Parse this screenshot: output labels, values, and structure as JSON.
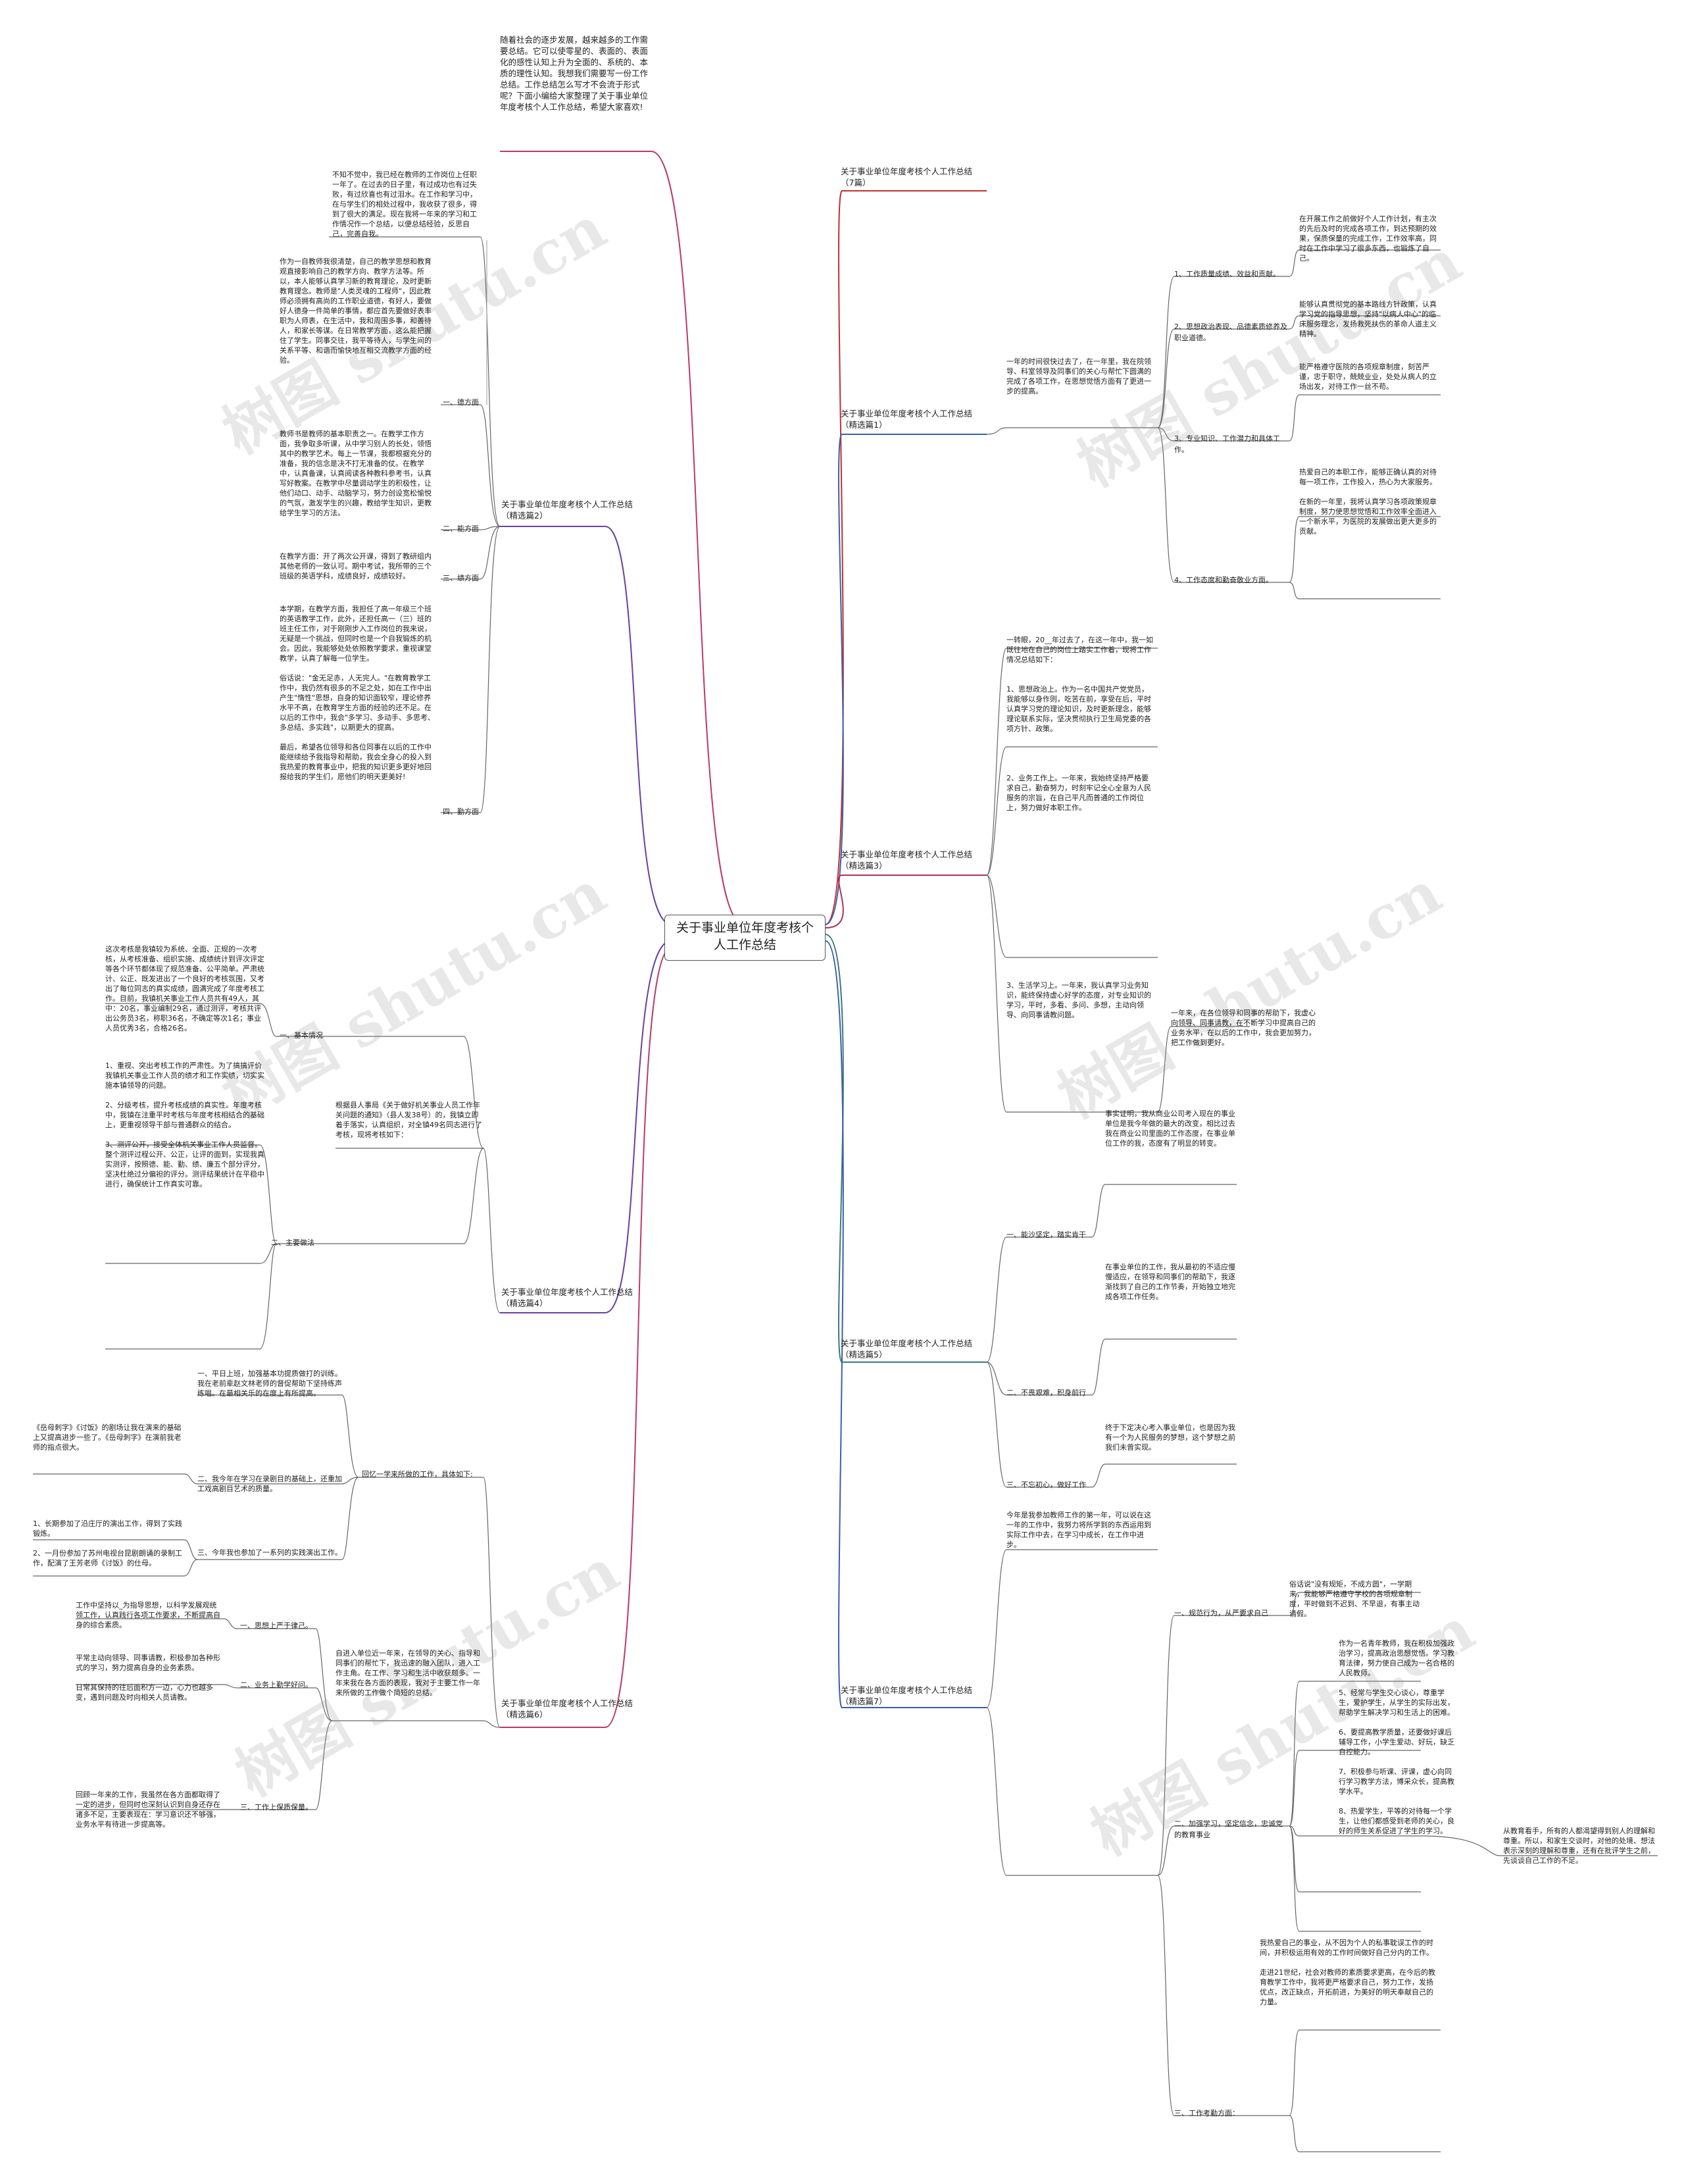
{
  "center": "关于事业单位年度考核个人工作总结",
  "intro": "随着社会的逐步发展，越来越多的工作需要总结。它可以使零星的、表面的、表面化的感性认知上升为全面的、系统的、本质的理性认知。我想我们需要写一份工作总结。工作总结怎么写才不会流于形式呢？下面小编给大家整理了关于事业单位年度考核个人工作总结，希望大家喜欢!",
  "watermark": "树图 shutu.cn",
  "left": {
    "b2": {
      "title": "关于事业单位年度考核个人工作总结（精选篇2）",
      "intro": "不知不觉中，我已经在教师的工作岗位上任职一年了。在过去的日子里，有过成功也有过失败，有过欣喜也有过泪水。在工作和学习中，在与学生们的相处过程中，我收获了很多，得到了很大的满足。现在我将一年来的学习和工作情况作一个总结，以便总结经验，反思自己，完善自我。",
      "s1": {
        "label": "一、德方面",
        "text": "作为一自教师我很清楚，自己的教学思想和教育观直接影响自己的教学方向、教学方法等。所以，本人能够认真学习新的教育理论，及时更新教育理念。教师是\"人类灵魂的工程师\"，因此教师必须拥有高尚的工作职业道德，有好人，要做好人德身一件简单的事情，都应首先要做好表率职为人师表，在生活中，我和周围多事，和善待人，和家长等谋。在日常教学方面，这么能把握住了学生。同事交往，我平等待人，与学生间的关系平等、和谐而愉快地互相交流教学方面的经验。"
      },
      "s2": {
        "label": "二、能方面",
        "text": "教师书是教师的基本职责之一。在教学工作方面，我争取多听课，从中学习别人的长处，领悟其中的教学艺术。每上一节课，我都根据充分的准备，我的信念是决不打无准备的仗。在教学中，认真备课，认真阅读各种教科参考书，认真写好教案。在教学中尽量调动学生的积极性，让他们动口、动手、动脑学习，努力创设宽松愉悦的气氛，激发学生的兴趣，教给学生知识，更教给学生学习的方法。"
      },
      "s3": {
        "label": "三、绩方面",
        "text": "在教学方面：开了两次公开课，得到了教研组内其他老师的一致认可。期中考试，我所带的三个班级的英语学科，成绩良好，成绩较好。"
      },
      "s4": {
        "label": "四、勤方面",
        "text": "本学期，在教学方面，我担任了高一年级三个班的英语教学工作，此外，还担任高一（三）班的班主任工作，对于刚刚步入工作岗位的我来说，无疑是一个挑战，但同时也是一个自我锻炼的机会。因此，我能够处处依照教学要求，重视课堂教学，认真了解每一位学生。\n\n俗话说：\"金无足赤，人无完人。\"在教育教学工作中，我仍然有很多的不足之处，如在工作中出产生\"惰性\"思想，自身的知识面较窄，理论修养水平不高，在教育学生方面的经验的还不足。在以后的工作中，我会\"多学习、多动手、多思考、多总结、多实践\"，以期更大的提高。\n\n最后，希望各位领导和各位同事在以后的工作中能继续给予我指导和帮助，我会全身心的投入到我热爱的教育事业中，把我的知识更多更好地回报给我的学生们，愿他们的明天更美好!"
      }
    },
    "b4": {
      "title": "关于事业单位年度考核个人工作总结（精选篇4）",
      "intro": "根据县人事局《关于做好机关事业人员工作年关问题的通知》（县人发38号）的，我镇立即着手落实，认真组织，对全镇49名同志进行了考核，现将考核如下：",
      "s1": {
        "label": "一、基本情况",
        "text": "这次考核是我镇较为系统、全面、正规的一次考核，从考核准备、组织实施、成绩统计到评次评定等各个环节都体现了规范准备、公平简单。严肃统计、公正、既发进出了一个良好的考核氛围，又考出了每位同志的真实成绩，圆满完成了年度考核工作。目前，我镇机关事业工作人员共有49人，其中：20名，事业编制29名，通过测评，考核共评出公务员3名，称职36名，不确定等次1名；事业人员优秀3名，合格26名。"
      },
      "s2": {
        "label": "二、主要做法",
        "text": "1、重视、突出考核工作的严肃性。为了搞搞评价我镇机关事业工作人员的绩才和工作实绩，切实实施本镇领导的问题。\n\n2、分级考核，提升考核成绩的真实性。年度考核中，我镇在注重平时考核与年度考核相结合的基础上，更重视领导干部与普通群众的结合。\n\n3、测评公开，接受全体机关事业工作人员监督。整个测评过程公开、公正，让评的面到，实现我真实测评，按照德、能、勤、绩、廉五个部分评分，坚决杜绝过分偏袒的评分。测评结果统计在平稳中进行，确保统计工作真实可靠。"
      }
    },
    "b6": {
      "title": "关于事业单位年度考核个人工作总结（精选篇6）",
      "review": "回忆一学来所做的工作，具体如下:",
      "r1": {
        "label": "一、平日上班，加强基本功提质做打的训练。我在老前辈赵文林老师的督促帮助下坚持练声练唱。在最相关乐的在度上有所提高。",
        "text": ""
      },
      "r2": {
        "label": "二、我今年在学习在录剧目的基础上，还重加工戏高剧目艺术的质量。",
        "text": "《岳母刺字》《讨饭》的剧场让我在演来的基础上又提高进步一些了。《岳母刺字》在演前我老师的指点很大。"
      },
      "r3": {
        "label": "三、今年我也参加了一系列的实践演出工作。",
        "text": "1、长期参加了沿庄厅的演出工作，得到了实践锻炼。\n\n2、一月份参加了苏州电视台昆剧朗诵的录制工作，配演了王芳老师《讨饭》的仕母。"
      },
      "intro": "自进入单位近一年来，在领导的关心、指导和同事们的帮忙下，我迅速的融入团队，进入工作主角。在工作、学习和生活中收获颇多。一年来我在各方面的表现，我对于主要工作一年来所做的工作做个简短的总结。",
      "s1": {
        "label": "一、思想上严于律己。",
        "text": "工作中坚持以_为指导思想，以科学发展观统领工作，认真践行各项工作要求，不断提高自身的综合素质。"
      },
      "s2": {
        "label": "二、业务上勤学好问。",
        "text": "平常主动向领导、同事请教，积极参加各种形式的学习，努力提高自身的业务素质。\n\n日常其保持的往后面积方一边，心力也越多变，遇到问题及时向相关人员请教。"
      },
      "s3": {
        "label": "三、工作上保质保量。",
        "text": "回顾一年来的工作，我虽然在各方面都取得了一定的进步，但同时也深刻认识到自身还存在诸多不足，主要表现在：学习意识还不够强，业务水平有待进一步提高等。"
      }
    }
  },
  "right": {
    "b7a": {
      "title": "关于事业单位年度考核个人工作总结（7篇）"
    },
    "b1": {
      "title": "关于事业单位年度考核个人工作总结（精选篇1）",
      "intro": "一年的时间很快过去了，在一年里，我在院领导、科室领导及同事们的关心与帮忙下圆满的完成了各项工作，在思想觉悟方面有了更进一步的提高。",
      "s1": {
        "label": "1、工作质量成绩、效益和贡献。",
        "text": "在开展工作之前做好个人工作计划，有主次的先后及时的完成各项工作，到达预期的效果，保质保量的完成工作，工作效率高，同时在工作中学习了很多东西，也锻炼了自己。"
      },
      "s2": {
        "label": "2、思想政治表现、品德素质修养及职业道德。",
        "text": "能够认真贯彻党的基本路线方针政策，认真学习党的指导思想，坚持\"以病人中心\"的临床服务理念，发扬救死扶伤的革命人道主义精神。"
      },
      "s3": {
        "label": "3、专业知识、工作潜力和具体工作。",
        "text": "能严格遵守医院的各项规章制度，刻苦严谨，忠于职守，兢兢业业，处处从病人的立场出发，对待工作一丝不苟。"
      },
      "s4": {
        "label": "4、工作态度和勤奋敬业方面。",
        "text": "热爱自己的本职工作，能够正确认真的对待每一项工作，工作投入，热心为大家服务。\n\n在新的一年里，我将认真学习各项政策规章制度，努力使思想觉悟和工作效率全面进入一个新水平，为医院的发展做出更大更多的贡献。"
      }
    },
    "b3": {
      "title": "关于事业单位年度考核个人工作总结（精选篇3）",
      "intro": "一转眼，20__年过去了，在这一年中，我一如既往地在自己的岗位上踏实工作着，现将工作情况总结如下：",
      "s1": "1、思想政治上。作为一名中国共产党党员，我能够以身作则，吃苦在前，享受在后，平时认真学习党的理论知识，及时更新理念，能够理论联系实际，坚决贯彻执行卫生局党委的各项方针、政策。",
      "s2": "2、业务工作上。一年来，我始终坚持严格要求自己，勤奋努力，时刻牢记全心全意为人民服务的宗旨，在自己平凡而普通的工作岗位上，努力做好本职工作。",
      "s3": "3、生活学习上。一年来，我认真学习业务知识，能终保持虚心好学的态度，对专业知识的学习，平时，多看、多问、多想，主动向领导、向同事请教问题。",
      "summary": "一年来，在各位领导和同事的帮助下，我虚心向领导、同事请教，在不断学习中提高自己的业务水平，在以后的工作中，我会更加努力，把工作做到更好。"
    },
    "b5": {
      "title": "关于事业单位年度考核个人工作总结（精选篇5）",
      "intro": "事实证明，我从商业公司考入现在的事业单位是我今年做的最大的改变。",
      "s1": {
        "label": "一、能沙坚定，踏实肯干",
        "text": "事实证明，我从商业公司考入现在的事业单位是我今年做的最大的改变，相比过去我在商业公司里面的工作态度，在事业单位工作的我，态度有了明显的转变。"
      },
      "s2": {
        "label": "二、不畏艰难，积身前行",
        "text": "在事业单位的工作，我从最初的不适应慢慢适应，在领导和同事们的帮助下，我逐渐找到了自己的工作节奏，开始独立地完成各项工作任务。"
      },
      "s3": {
        "label": "三、不忘初心，做好工作",
        "text": "终于下定决心考入事业单位，也是因为我有一个为人民服务的梦想，这个梦想之前我们未曾实现。"
      }
    },
    "b7": {
      "title": "关于事业单位年度考核个人工作总结（精选篇7）",
      "intro": "今年是我参加教师工作的第一年，可以说在这一年的工作中，我努力将所学到的东西运用到实际工作中去，在学习中成长，在工作中进步。",
      "s1": {
        "label": "一、规范行为，从严要求自己",
        "text": "俗话说\"没有规矩，不成方圆\"，一学期来，我能够严格遵守学校的各项规章制度，平时做到不迟到、不早退，有事主动请假。"
      },
      "s2": {
        "label": "二、加强学习，坚定信念，忠诚党的教育事业",
        "text": "作为一名青年教师，我在积极加强政治学习，提高政治思想觉悟。学习教育法律，努力使自己成为一名合格的人民教师。\n\n5、经常与学生交心谈心，尊重学生，爱护学生，从学生的实际出发，帮助学生解决学习和生活上的困难。\n\n6、要提高教学质量，还要做好课后辅导工作，小学生爱动、好玩，缺乏自控能力。\n\n7、积极参与听课、评课，虚心向同行学习教学方法，博采众长，提高教学水平。\n\n8、热爱学生，平等的对待每一个学生，让他们都感受到老师的关心，良好的师生关系促进了学生的学习。",
        "extra": "从教育看手，所有的人都渴望得到别人的理解和尊重。所以，和家生交谈时，对他的处境、想法表示深刻的理解和尊重，还有在批评学生之前，先谈谈自己工作的不足。"
      },
      "s3": {
        "label": "三、工作考勤方面：",
        "text": "我热爱自己的事业，从不因为个人的私事耽误工作的时间，并积极运用有效的工作时间做好自己分内的工作。\n\n走进21世纪，社会对教师的素质要求更高，在今后的教育教学工作中，我将更严格要求自己，努力工作，发扬优点，改正缺点，开拓前进，为美好的明天奉献自己的力量。"
      }
    }
  }
}
